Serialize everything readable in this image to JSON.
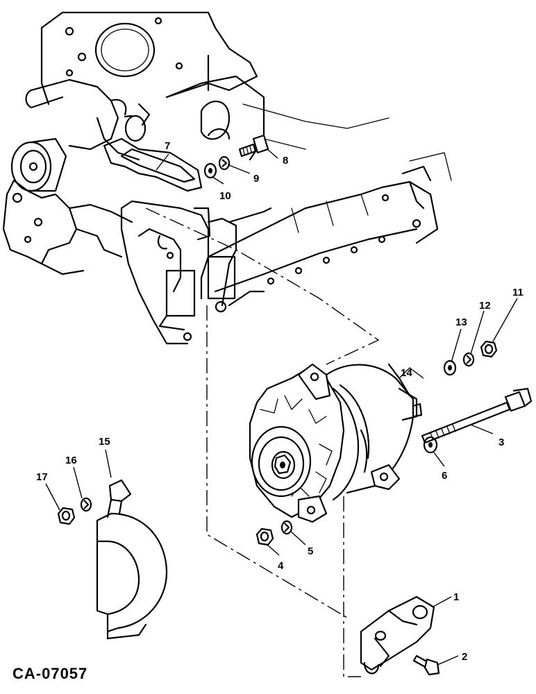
{
  "figure_code": "CA-07057",
  "callouts": [
    "1",
    "2",
    "3",
    "4",
    "5",
    "6",
    "7",
    "8",
    "9",
    "10",
    "11",
    "12",
    "13",
    "14",
    "15",
    "16",
    "17"
  ]
}
